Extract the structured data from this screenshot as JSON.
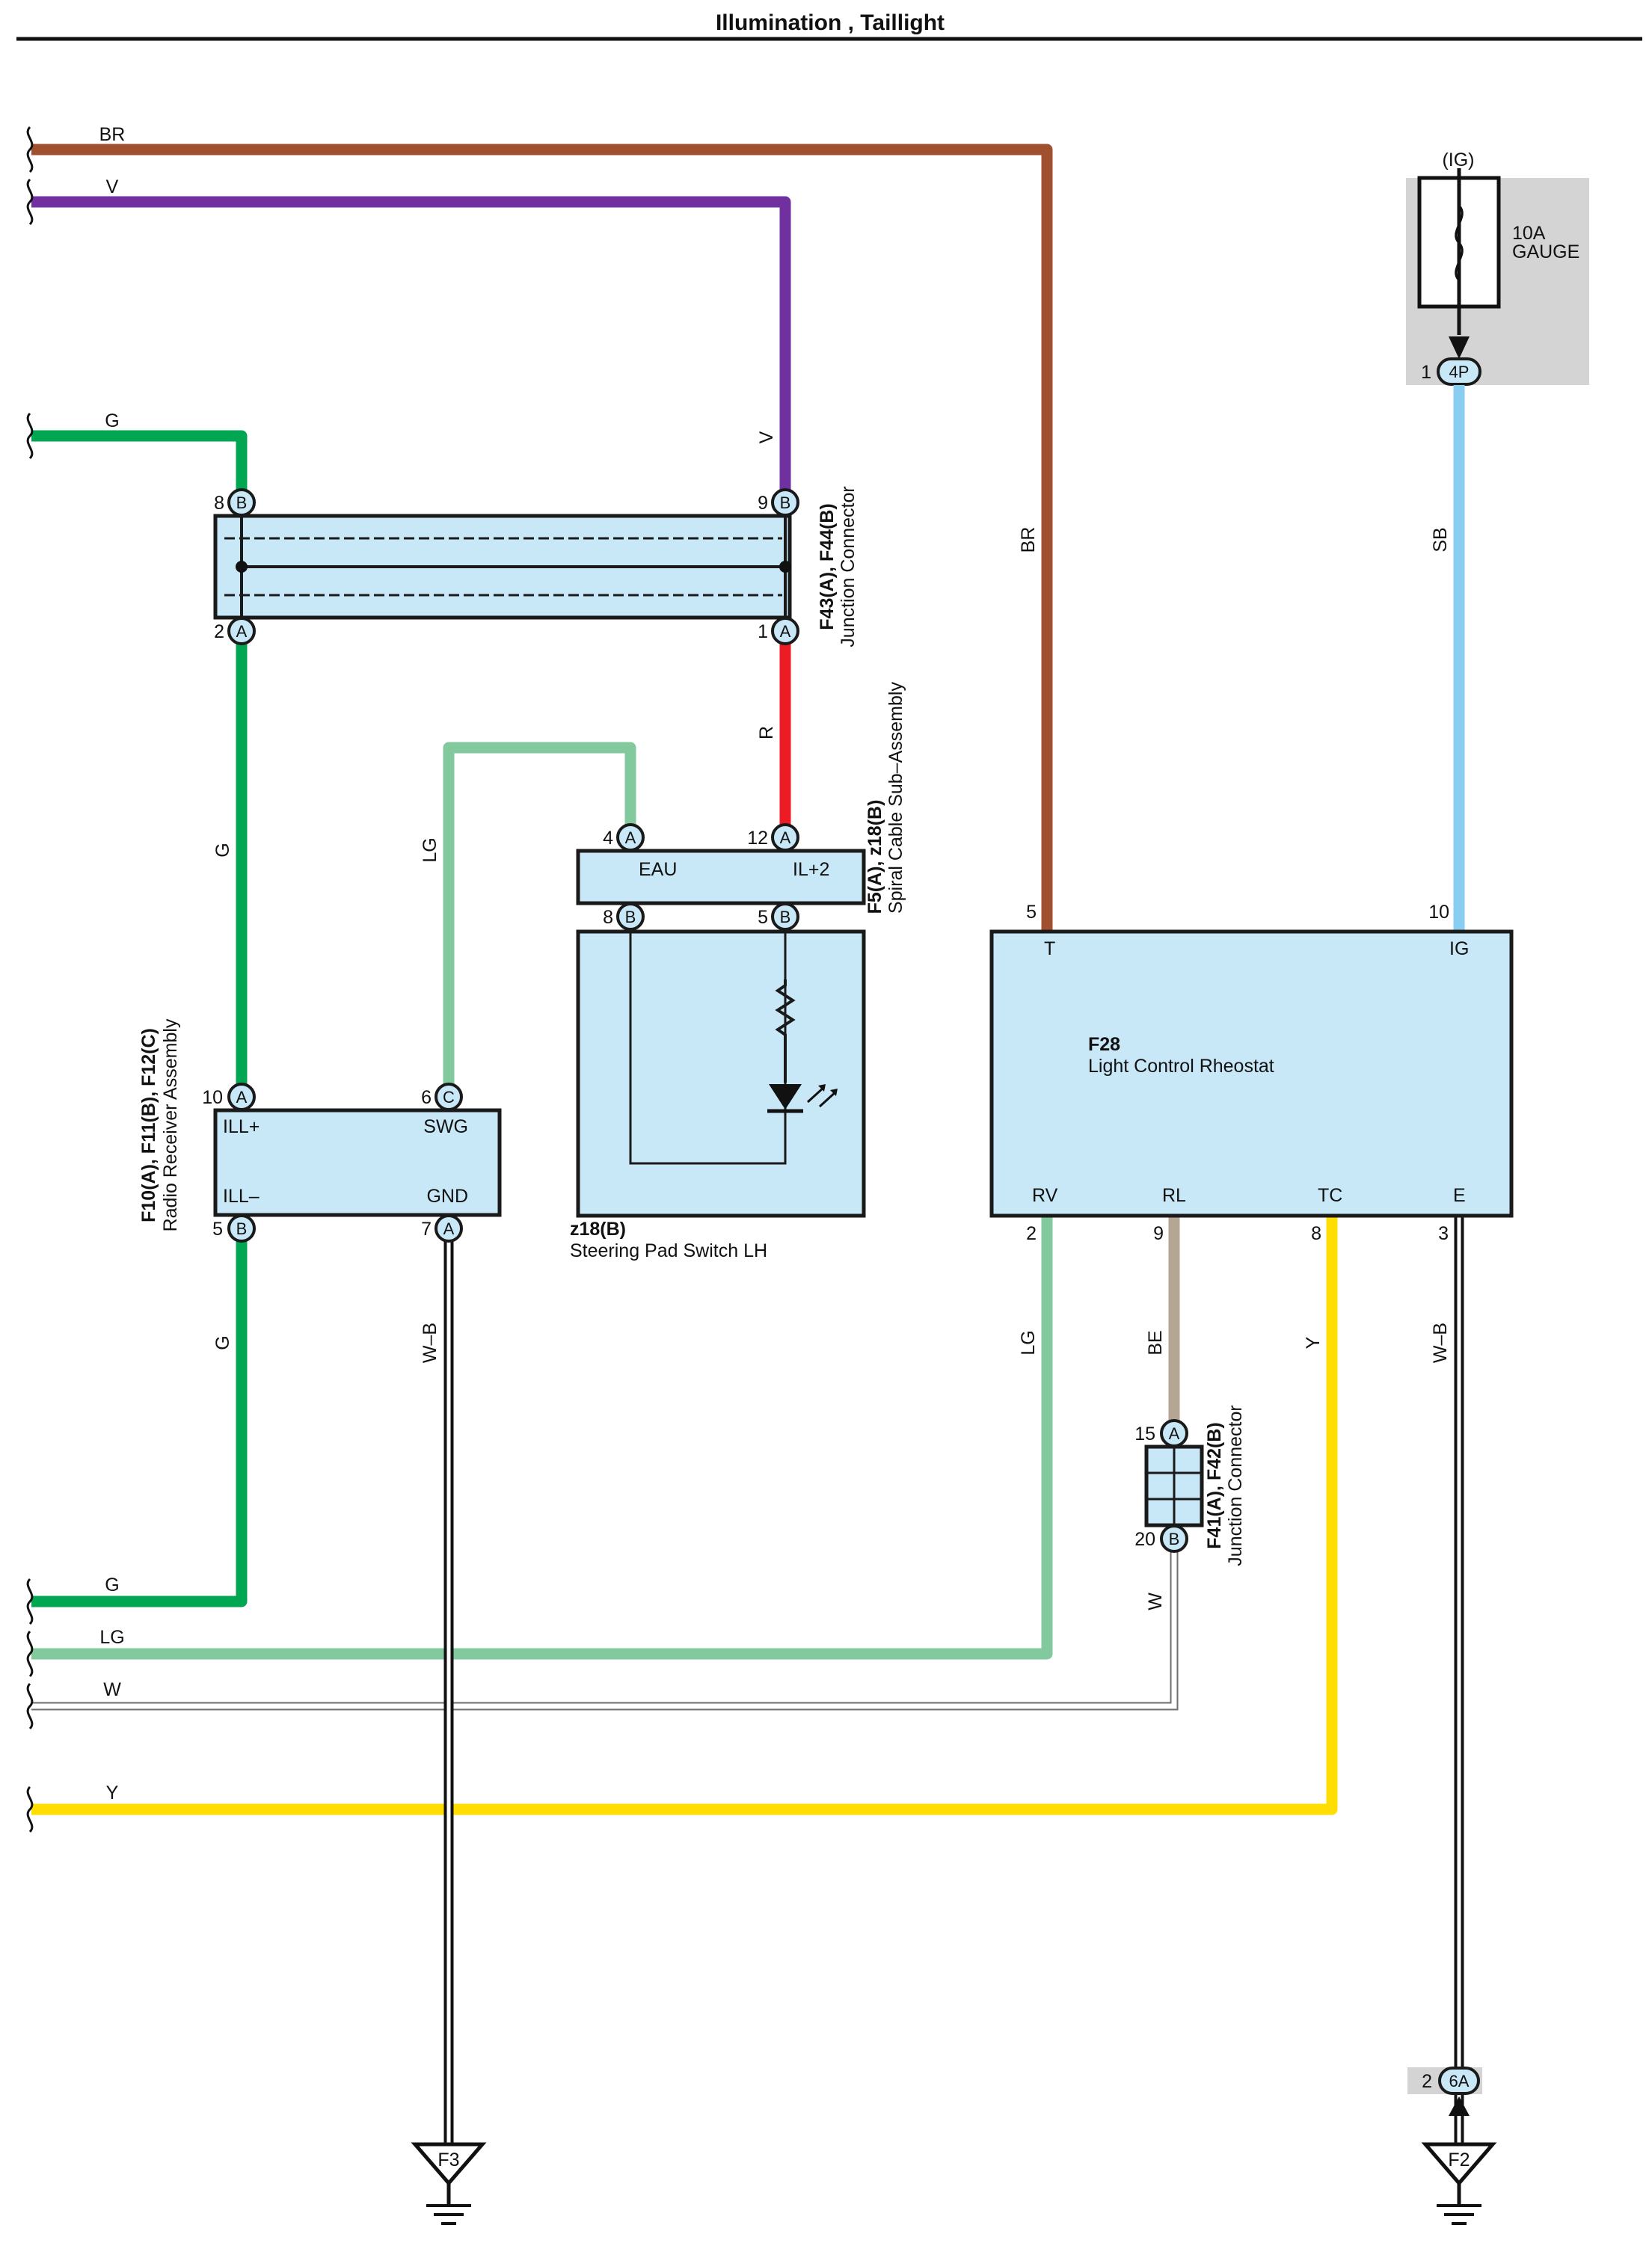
{
  "title": "Illumination , Taillight",
  "colors": {
    "BR": "#a0502e",
    "V": "#7030a0",
    "G": "#00a651",
    "LG": "#82ca9d",
    "R": "#ed1c24",
    "SB": "#87cef0",
    "BE": "#b5a593",
    "Y": "#ffdd00",
    "box": "#c8e8f8",
    "fuse_bg": "#d4d4d4"
  },
  "fuse": {
    "source": "(IG)",
    "rating": "10A",
    "name": "GAUGE",
    "pin": "1",
    "connector": "4P"
  },
  "junction_top": {
    "ids": "F43(A), F44(B)",
    "name": "Junction Connector",
    "pins": [
      {
        "num": "8",
        "letter": "B"
      },
      {
        "num": "9",
        "letter": "B"
      },
      {
        "num": "2",
        "letter": "A"
      },
      {
        "num": "1",
        "letter": "A"
      }
    ]
  },
  "spiral": {
    "ids": "F5(A), z18(B)",
    "name": "Spiral Cable Sub–Assembly",
    "terminal_eau": "EAU",
    "terminal_il2": "IL+2",
    "pins": [
      {
        "num": "4",
        "letter": "A"
      },
      {
        "num": "12",
        "letter": "A"
      },
      {
        "num": "8",
        "letter": "B"
      },
      {
        "num": "5",
        "letter": "B"
      }
    ]
  },
  "steering": {
    "id": "z18(B)",
    "name": "Steering Pad Switch LH"
  },
  "radio": {
    "ids": "F10(A), F11(B), F12(C)",
    "name": "Radio Receiver Assembly",
    "terminals": {
      "ill_plus": "ILL+",
      "swg": "SWG",
      "ill_minus": "ILL–",
      "gnd": "GND"
    },
    "pins": [
      {
        "num": "10",
        "letter": "A"
      },
      {
        "num": "6",
        "letter": "C"
      },
      {
        "num": "5",
        "letter": "B"
      },
      {
        "num": "7",
        "letter": "A"
      }
    ]
  },
  "rheostat": {
    "id": "F28",
    "name": "Light Control Rheostat",
    "terminals": {
      "t": "T",
      "ig": "IG",
      "rv": "RV",
      "rl": "RL",
      "tc": "TC",
      "e": "E"
    },
    "pins": {
      "t": "5",
      "ig": "10",
      "rv": "2",
      "rl": "9",
      "tc": "8",
      "e": "3"
    }
  },
  "junction_small": {
    "ids": "F41(A), F42(B)",
    "name": "Junction Connector",
    "pins": [
      {
        "num": "15",
        "letter": "A"
      },
      {
        "num": "20",
        "letter": "B"
      }
    ]
  },
  "ground_connector": {
    "pin": "2",
    "connector": "6A"
  },
  "grounds": {
    "left": "F3",
    "right": "F2"
  },
  "wire_labels": {
    "br": "BR",
    "v": "V",
    "g": "G",
    "lg": "LG",
    "w": "W",
    "y": "Y",
    "r": "R",
    "sb": "SB",
    "be": "BE",
    "wb": "W–B"
  }
}
